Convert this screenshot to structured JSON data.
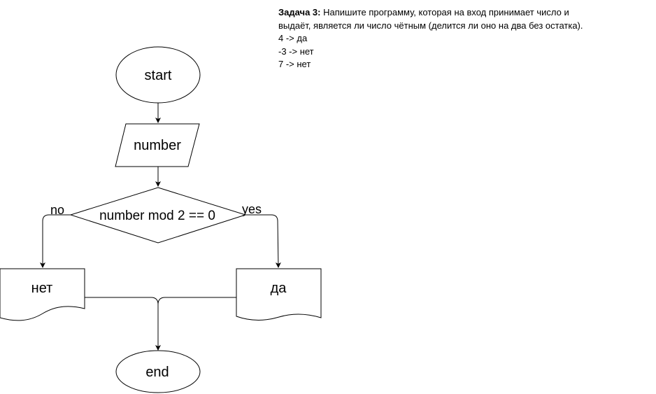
{
  "task": {
    "title": "Задача 3:",
    "line1": "Напишите программу, которая на вход принимает число и",
    "line2": "выдаёт, является ли число чётным (делится ли оно на два без остатка).",
    "examples": [
      "4 -> да",
      "-3 -> нет",
      "7 -> нет"
    ]
  },
  "flowchart": {
    "start_label": "start",
    "input_label": "number",
    "condition_label": "number mod 2 == 0",
    "branch_no_label": "no",
    "branch_yes_label": "yes",
    "output_no_label": "нет",
    "output_yes_label": "да",
    "end_label": "end"
  }
}
